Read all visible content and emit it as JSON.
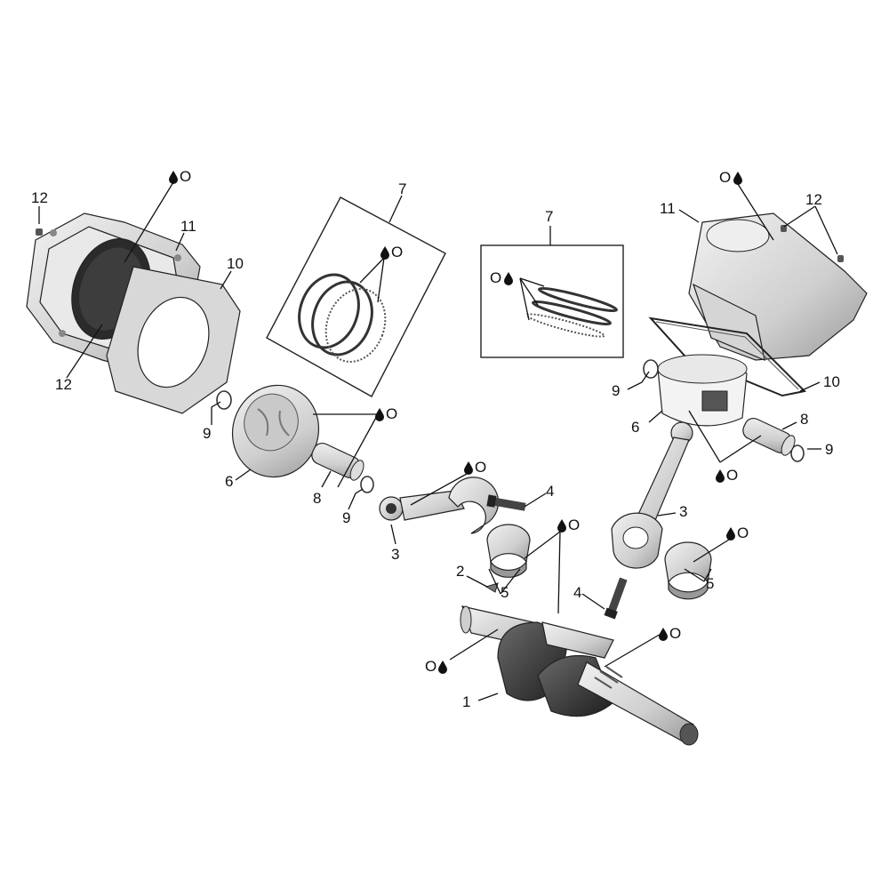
{
  "callouts": {
    "c1": "1",
    "c2": "2",
    "c3_left": "3",
    "c3_right": "3",
    "c4_left": "4",
    "c4_right": "4",
    "c5_left": "5",
    "c5_right": "5",
    "c6_left": "6",
    "c6_right": "6",
    "c7_left": "7",
    "c7_right": "7",
    "c8_left": "8",
    "c8_right": "8",
    "c9_left_a": "9",
    "c9_left_b": "9",
    "c9_right_a": "9",
    "c9_right_b": "9",
    "c10_left": "10",
    "c10_right": "10",
    "c11_left": "11",
    "c11_right": "11",
    "c12_left_a": "12",
    "c12_left_b": "12",
    "c12_right": "12"
  },
  "oil_symbol": {
    "text_after": "O",
    "text_before": "O",
    "icon": "oil-drop-icon",
    "color": "#111111"
  },
  "colors": {
    "line": "#222222",
    "metal_light": "#e4e4e4",
    "metal_mid": "#bdbdbd",
    "metal_dark": "#3a3a3a",
    "background": "#ffffff"
  }
}
